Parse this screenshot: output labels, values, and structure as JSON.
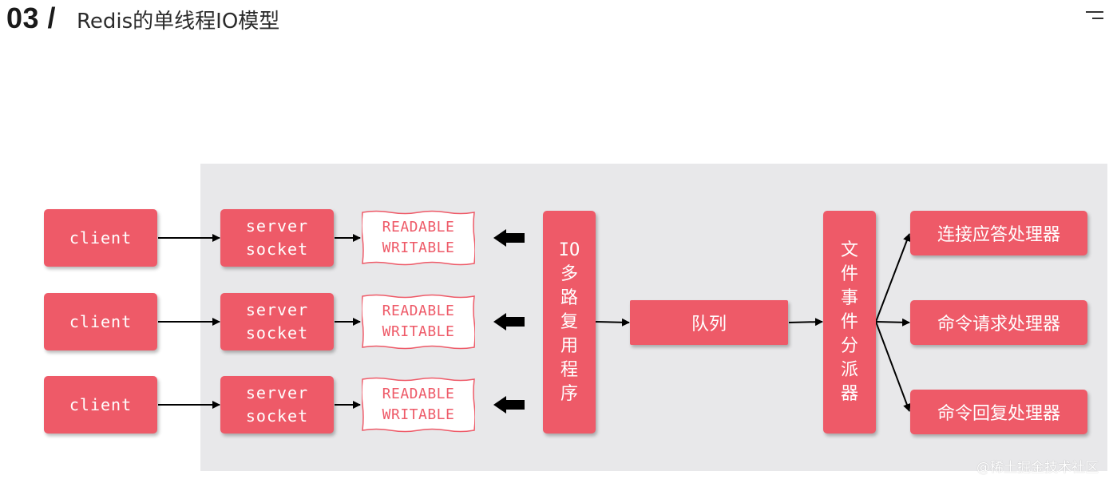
{
  "header": {
    "number": "03 /",
    "title": "Redis的单线程IO模型"
  },
  "diagram": {
    "rows": [
      {
        "client": "client",
        "server_line1": "server",
        "server_line2": "socket",
        "event_line1": "READABLE",
        "event_line2": "WRITABLE"
      },
      {
        "client": "client",
        "server_line1": "server",
        "server_line2": "socket",
        "event_line1": "READABLE",
        "event_line2": "WRITABLE"
      },
      {
        "client": "client",
        "server_line1": "server",
        "server_line2": "socket",
        "event_line1": "READABLE",
        "event_line2": "WRITABLE"
      }
    ],
    "multiplexer": [
      "IO",
      "多",
      "路",
      "复",
      "用",
      "程",
      "序"
    ],
    "queue": "队列",
    "dispatcher": [
      "文",
      "件",
      "事",
      "件",
      "分",
      "派",
      "器"
    ],
    "handlers": [
      "连接应答处理器",
      "命令请求处理器",
      "命令回复处理器"
    ],
    "box_color": "#ee5a68",
    "panel_color": "#e8e8ea"
  },
  "watermark": "@稀土掘金技术社区"
}
